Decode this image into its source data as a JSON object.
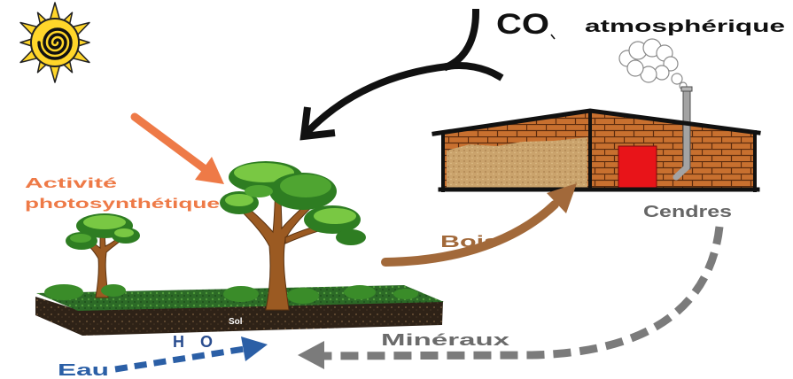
{
  "diagram": {
    "co2": {
      "co_label": "CO",
      "atmospheric_label": "atmosphérique"
    },
    "photosynthesis": {
      "line1": "Activité",
      "line2": "photosynthétique"
    },
    "wood": {
      "label": "Bois"
    },
    "ash": {
      "label": "Cendres"
    },
    "minerals": {
      "label": "Minéraux"
    },
    "water": {
      "label": "Eau",
      "formula_h": "H",
      "formula_o": "O"
    },
    "soil": {
      "label": "Sol"
    }
  },
  "icons": [
    "sun-icon",
    "tree-icon",
    "brick-boiler-house-icon",
    "chimney-smoke-icon",
    "soil-slab-icon",
    "arrow-icon"
  ],
  "colors": {
    "photosynthesis_orange": "#ee7a47",
    "wood_brown": "#a2693a",
    "ash_grey": "#7b7b7b",
    "minerals_grey": "#6b6b6b",
    "water_blue": "#2b5fa6",
    "formula_navy": "#2a4d8f",
    "co2_black": "#111111",
    "door_red": "#e81419",
    "sun_yellow": "#ffd62a"
  }
}
